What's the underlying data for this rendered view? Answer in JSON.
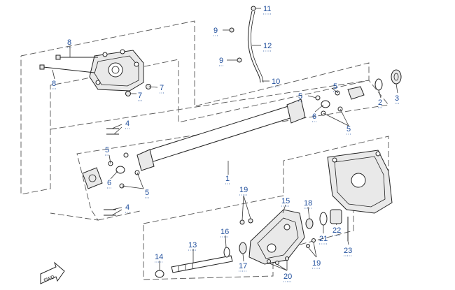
{
  "diagram": {
    "callouts": [
      "1",
      "2",
      "3",
      "4",
      "4",
      "5",
      "5",
      "5",
      "5",
      "5",
      "6",
      "6",
      "7",
      "7",
      "8",
      "8",
      "9",
      "9",
      "10",
      "11",
      "12",
      "13",
      "14",
      "15",
      "16",
      "17",
      "18",
      "19",
      "19",
      "20",
      "21",
      "22",
      "23"
    ],
    "fwd_label": "FWD",
    "colors": {
      "callout_text": "#1f4e9c",
      "line": "#222222",
      "dash": "#555555",
      "part_fill": "#e9e9e9"
    }
  }
}
